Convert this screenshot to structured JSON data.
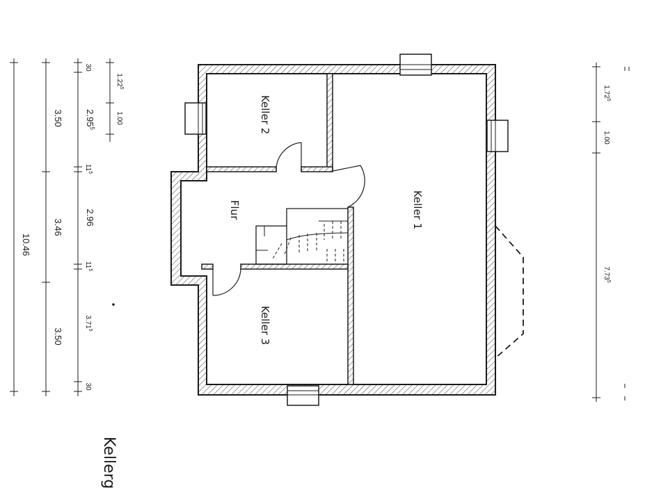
{
  "plan": {
    "title_fragment": "Kellerg",
    "rooms": {
      "keller1": "Keller 1",
      "keller2": "Keller 2",
      "keller3": "Keller 3",
      "flur": "Flur"
    },
    "dimensions_left": {
      "total": "10.46",
      "segment_a": "3.50",
      "segment_b": "3.46",
      "segment_c": "3.50",
      "wall_top": "30",
      "wall_bottom": "30",
      "inner_a": "2.95",
      "inner_a_sup": "5",
      "inner_b": "2.96",
      "inner_c": "3.71",
      "inner_c_sup": "5",
      "partition_1": "11",
      "partition_1_sup": "5",
      "partition_2": "11",
      "partition_2_sup": "5",
      "window_sill": "1.22",
      "window_sill_sup": "5",
      "window_width": "1.00"
    },
    "dimensions_right": {
      "window_sill": "1.72",
      "window_sill_sup": "5",
      "window_width": "1.00",
      "remaining": "7.73",
      "remaining_sup": "5"
    }
  }
}
